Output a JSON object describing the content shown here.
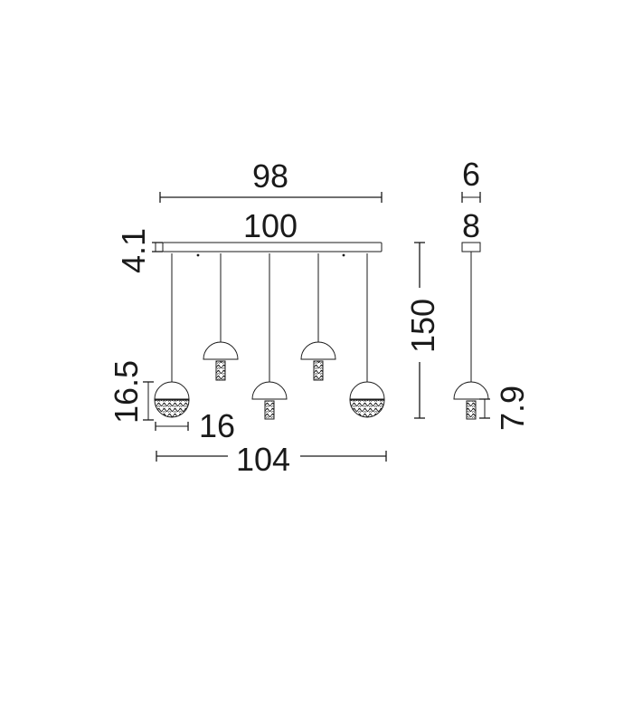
{
  "diagram": {
    "dimensions": {
      "top_length": "98",
      "canopy_length": "100",
      "canopy_height": "4.1",
      "overall_height": "150",
      "globe_height": "16.5",
      "globe_diameter": "16",
      "total_width": "104",
      "side_canopy_depth": "6",
      "side_canopy_width": "8",
      "side_shade_height": "7.9"
    },
    "colors": {
      "ink": "#1a1a1a",
      "background": "#ffffff"
    }
  }
}
